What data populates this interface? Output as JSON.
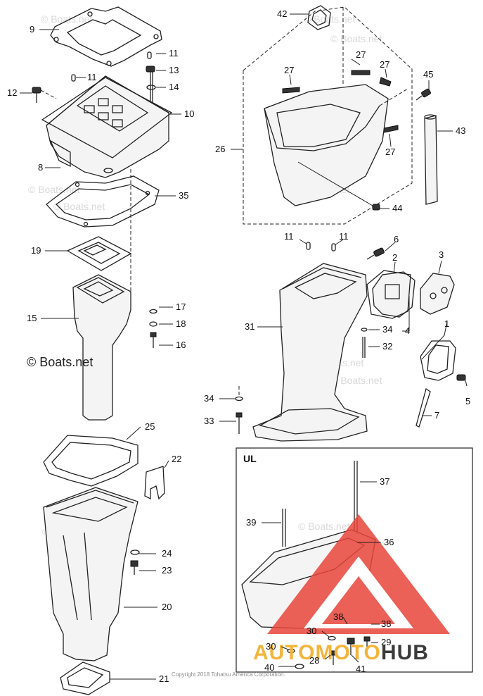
{
  "callouts": [
    {
      "id": "c42",
      "label": "42"
    },
    {
      "id": "c9",
      "label": "9"
    },
    {
      "id": "c11a",
      "label": "11"
    },
    {
      "id": "c13",
      "label": "13"
    },
    {
      "id": "c11b",
      "label": "11"
    },
    {
      "id": "c14",
      "label": "14"
    },
    {
      "id": "c12",
      "label": "12"
    },
    {
      "id": "c10",
      "label": "10"
    },
    {
      "id": "c27a",
      "label": "27"
    },
    {
      "id": "c27b",
      "label": "27"
    },
    {
      "id": "c27c",
      "label": "27"
    },
    {
      "id": "c27d",
      "label": "27"
    },
    {
      "id": "c45",
      "label": "45"
    },
    {
      "id": "c43",
      "label": "43"
    },
    {
      "id": "c26",
      "label": "26"
    },
    {
      "id": "c8",
      "label": "8"
    },
    {
      "id": "c35",
      "label": "35"
    },
    {
      "id": "c44",
      "label": "44"
    },
    {
      "id": "c19",
      "label": "19"
    },
    {
      "id": "c11c",
      "label": "11"
    },
    {
      "id": "c11d",
      "label": "11"
    },
    {
      "id": "c6",
      "label": "6"
    },
    {
      "id": "c2",
      "label": "2"
    },
    {
      "id": "c3",
      "label": "3"
    },
    {
      "id": "c17",
      "label": "17"
    },
    {
      "id": "c15",
      "label": "15"
    },
    {
      "id": "c18",
      "label": "18"
    },
    {
      "id": "c31",
      "label": "31"
    },
    {
      "id": "c34a",
      "label": "34"
    },
    {
      "id": "c4",
      "label": "4"
    },
    {
      "id": "c1",
      "label": "1"
    },
    {
      "id": "c16",
      "label": "16"
    },
    {
      "id": "c32",
      "label": "32"
    },
    {
      "id": "c34b",
      "label": "34"
    },
    {
      "id": "c5",
      "label": "5"
    },
    {
      "id": "c33",
      "label": "33"
    },
    {
      "id": "c7",
      "label": "7"
    },
    {
      "id": "c25",
      "label": "25"
    },
    {
      "id": "c22",
      "label": "22"
    },
    {
      "id": "c37",
      "label": "37"
    },
    {
      "id": "c39",
      "label": "39"
    },
    {
      "id": "c36",
      "label": "36"
    },
    {
      "id": "c24",
      "label": "24"
    },
    {
      "id": "c23",
      "label": "23"
    },
    {
      "id": "c20",
      "label": "20"
    },
    {
      "id": "c38a",
      "label": "38"
    },
    {
      "id": "c38b",
      "label": "38"
    },
    {
      "id": "c30a",
      "label": "30"
    },
    {
      "id": "c29",
      "label": "29"
    },
    {
      "id": "c30b",
      "label": "30"
    },
    {
      "id": "c28",
      "label": "28"
    },
    {
      "id": "c40",
      "label": "40"
    },
    {
      "id": "c41",
      "label": "41"
    },
    {
      "id": "c21",
      "label": "21"
    }
  ],
  "inset_label": "UL",
  "watermark_small": "© Boats.net",
  "watermark_large": "© Boats.net",
  "copyright": "Copyright 2018 Tohatsu America Corporation.",
  "logo": {
    "part1": "AUTOMOTO",
    "part2": "HUB"
  },
  "colors": {
    "logo_red": "#e8443a",
    "logo_orange": "#f2b53a",
    "logo_dark": "#3b3b3b",
    "line": "#222222"
  }
}
